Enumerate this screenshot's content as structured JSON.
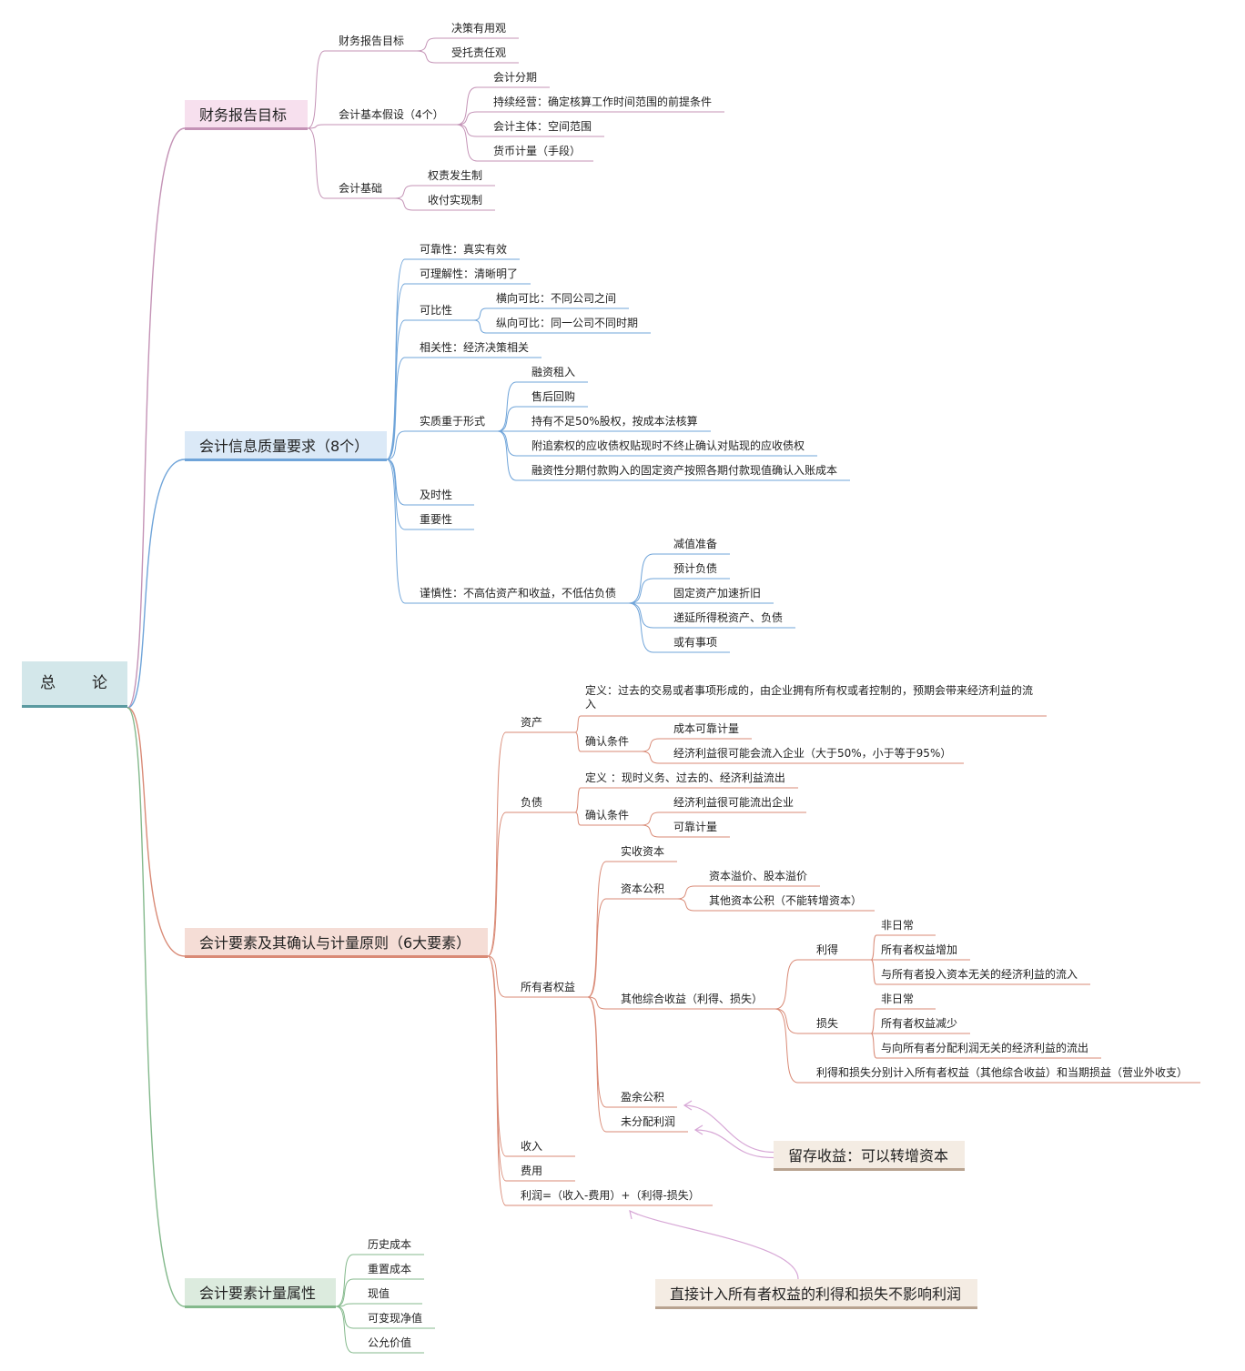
{
  "root": "总　　论",
  "b1": {
    "label": "财务报告目标",
    "g1": {
      "label": "财务报告目标",
      "items": [
        "决策有用观",
        "受托责任观"
      ]
    },
    "g2": {
      "label": "会计基本假设（4个）",
      "items": [
        "会计分期",
        "持续经营：确定核算工作时间范围的前提条件",
        "会计主体：空间范围",
        "货币计量（手段）"
      ]
    },
    "g3": {
      "label": "会计基础",
      "items": [
        "权责发生制",
        "收付实现制"
      ]
    }
  },
  "b2": {
    "label": "会计信息质量要求（8个）",
    "reliability": "可靠性：真实有效",
    "understand": "可理解性：清晰明了",
    "comparable": {
      "label": "可比性",
      "items": [
        "横向可比：不同公司之间",
        "纵向可比：同一公司不同时期"
      ]
    },
    "relevance": "相关性：经济决策相关",
    "substance": {
      "label": "实质重于形式",
      "items": [
        "融资租入",
        "售后回购",
        "持有不足50%股权，按成本法核算",
        "附追索权的应收债权贴现时不终止确认对贴现的应收债权",
        "融资性分期付款购入的固定资产按照各期付款现值确认入账成本"
      ]
    },
    "timely": "及时性",
    "important": "重要性",
    "prudence": {
      "label": "谨慎性：不高估资产和收益，不低估负债",
      "items": [
        "减值准备",
        "预计负债",
        "固定资产加速折旧",
        "递延所得税资产、负债",
        "或有事项"
      ]
    }
  },
  "b3": {
    "label": "会计要素及其确认与计量原则（6大要素）",
    "asset": {
      "label": "资产",
      "def": "定义：过去的交易或者事项形成的，由企业拥有所有权或者控制的，预期会带来经济利益的流入",
      "cond": "确认条件",
      "cond_items": [
        "成本可靠计量",
        "经济利益很可能会流入企业（大于50%，小于等于95%）"
      ]
    },
    "liability": {
      "label": "负债",
      "def": "定义 ：现时义务、过去的、经济利益流出",
      "cond": "确认条件",
      "cond_items": [
        "经济利益很可能流出企业",
        "可靠计量"
      ]
    },
    "equity": {
      "label": "所有者权益",
      "paid": "实收资本",
      "capital": {
        "label": "资本公积",
        "items": [
          "资本溢价、股本溢价",
          "其他资本公积（不能转增资本）"
        ]
      },
      "oci": {
        "label": "其他综合收益（利得、损失）",
        "gain": {
          "label": "利得",
          "items": [
            "非日常",
            "所有者权益增加",
            "与所有者投入资本无关的经济利益的流入"
          ]
        },
        "loss": {
          "label": "损失",
          "items": [
            "非日常",
            "所有者权益减少",
            "与向所有者分配利润无关的经济利益的流出"
          ]
        },
        "note": "利得和损失分别计入所有者权益（其他综合收益）和当期损益（营业外收支）"
      },
      "surplus": "盈余公积",
      "undistributed": "未分配利润"
    },
    "income": "收入",
    "expense": "费用",
    "profit": "利润=（收入-费用）+（利得-损失）"
  },
  "b4": {
    "label": "会计要素计量属性",
    "items": [
      "历史成本",
      "重置成本",
      "现值",
      "可变现净值",
      "公允价值"
    ]
  },
  "notes": {
    "retained": "留存收益：可以转增资本",
    "direct": "直接计入所有者权益的利得和损失不影响利润"
  },
  "colors": {
    "pink": "#c493b6",
    "blue": "#6fa4d9",
    "red": "#d98a76",
    "green": "#84b98c",
    "note": "#b8a390"
  }
}
